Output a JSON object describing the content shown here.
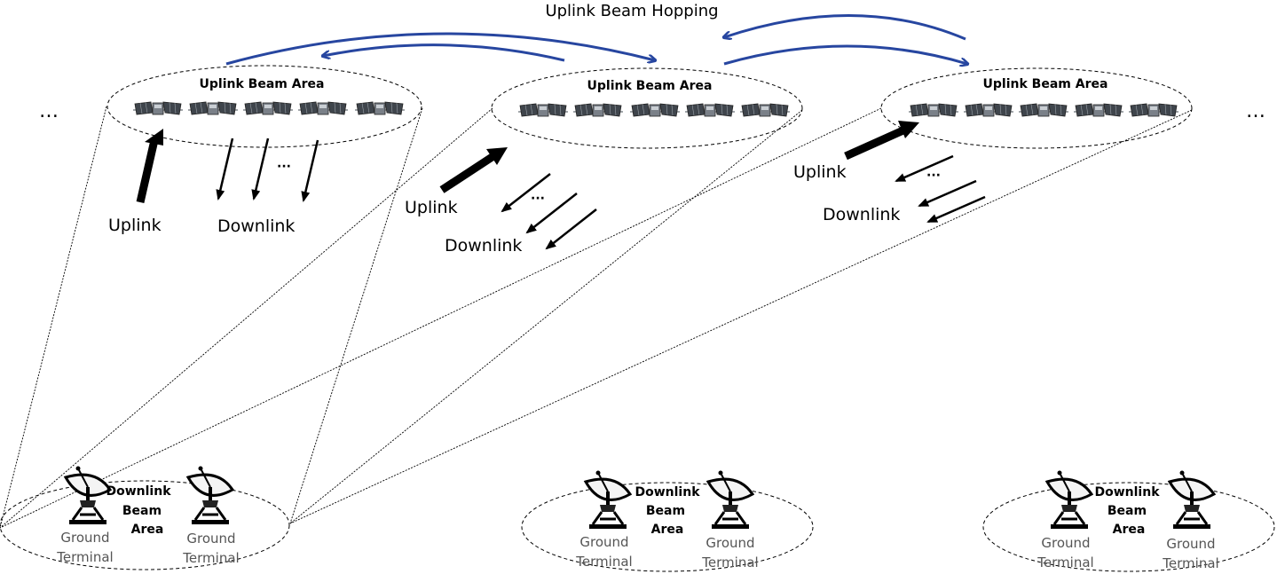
{
  "title": "Uplink Beam Hopping",
  "ellipsis": "…",
  "dots_small": "···",
  "colors": {
    "hop_arrow": "#2746a0",
    "line": "#000000",
    "satellite": "#4a5058"
  },
  "uplink_areas": [
    {
      "label": "Uplink Beam Area",
      "uplink_label": "Uplink",
      "downlink_label": "Downlink"
    },
    {
      "label": "Uplink Beam Area",
      "uplink_label": "Uplink",
      "downlink_label": "Downlink"
    },
    {
      "label": "Uplink Beam Area",
      "uplink_label": "Uplink",
      "downlink_label": "Downlink"
    }
  ],
  "downlink_areas": [
    {
      "label_line1": "Downlink",
      "label_line2": "Beam",
      "label_line3": "Area",
      "terminal_line1": "Ground",
      "terminal_line2": "Terminal"
    },
    {
      "label_line1": "Downlink",
      "label_line2": "Beam",
      "label_line3": "Area",
      "terminal_line1": "Ground",
      "terminal_line2": "Terminal"
    },
    {
      "label_line1": "Downlink",
      "label_line2": "Beam",
      "label_line3": "Area",
      "terminal_line1": "Ground",
      "terminal_line2": "Terminal"
    }
  ]
}
